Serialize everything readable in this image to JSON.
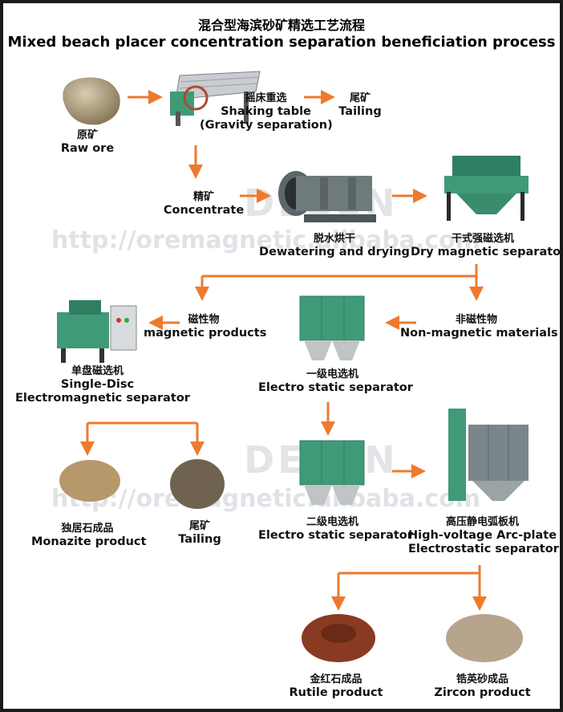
{
  "title": {
    "zh": "混合型海滨砂矿精选工艺流程",
    "en": "Mixed beach placer concentration separation beneficiation process"
  },
  "watermark": {
    "url": "http://oremagnetic.alibaba.com",
    "brand": "DESEN"
  },
  "nodes": {
    "raw_ore": {
      "zh": "原矿",
      "en": "Raw ore"
    },
    "shaking_table": {
      "zh": "摇床重选",
      "en": "Shaking table",
      "en2": "(Gravity separation)"
    },
    "tailing_1": {
      "zh": "尾矿",
      "en": "Tailing"
    },
    "concentrate": {
      "zh": "精矿",
      "en": "Concentrate"
    },
    "dryer": {
      "zh": "脱水烘干",
      "en": "Dewatering and drying"
    },
    "dry_mag": {
      "zh": "干式强磁选机",
      "en": "Dry magnetic separator"
    },
    "magnetic_products": {
      "zh": "磁性物",
      "en": "magnetic products"
    },
    "non_magnetic": {
      "zh": "非磁性物",
      "en": "Non-magnetic materials"
    },
    "single_disc": {
      "zh": "单盘磁选机",
      "en": "Single-Disc",
      "en2": "Electromagnetic separator"
    },
    "electro_1": {
      "zh": "一级电选机",
      "en": "Electro static separator"
    },
    "monazite": {
      "zh": "独居石成品",
      "en": "Monazite product"
    },
    "tailing_2": {
      "zh": "尾矿",
      "en": "Tailing"
    },
    "electro_2": {
      "zh": "二级电选机",
      "en": "Electro static separator"
    },
    "hv_arc": {
      "zh": "高压静电弧板机",
      "en": "High-voltage Arc-plate",
      "en2": "Electrostatic separator"
    },
    "rutile": {
      "zh": "金红石成品",
      "en": "Rutile product"
    },
    "zircon": {
      "zh": "锆英砂成品",
      "en": "Zircon  product"
    }
  },
  "colors": {
    "arrow": "#ee7a2e",
    "machine_green": "#3f9a78",
    "machine_gray": "#6f7a7d"
  }
}
